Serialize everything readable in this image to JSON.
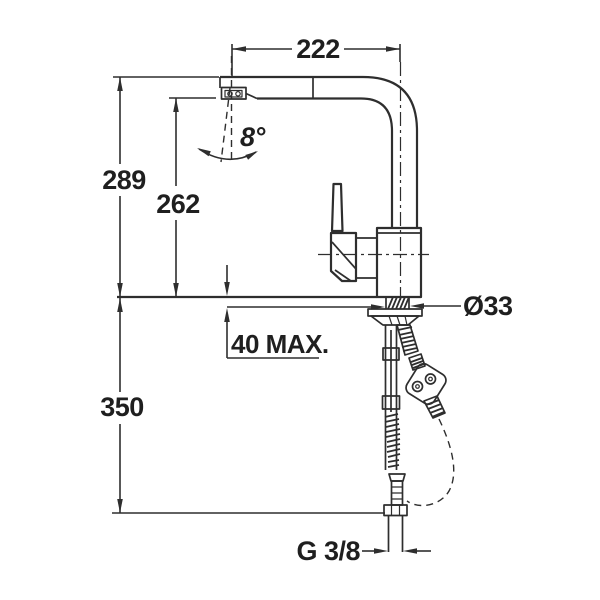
{
  "drawing": {
    "subject": "kitchen-faucet-dimension-drawing",
    "background_color": "#ffffff",
    "line_color": "#2e2e2e",
    "labels": {
      "spout_reach": "222",
      "total_height": "289",
      "spout_height": "262",
      "swivel_angle": "8°",
      "hole_diameter": "Ø33",
      "max_counter_thickness": "40 MAX.",
      "under_counter_length": "350",
      "supply_connection": "G 3/8"
    }
  }
}
